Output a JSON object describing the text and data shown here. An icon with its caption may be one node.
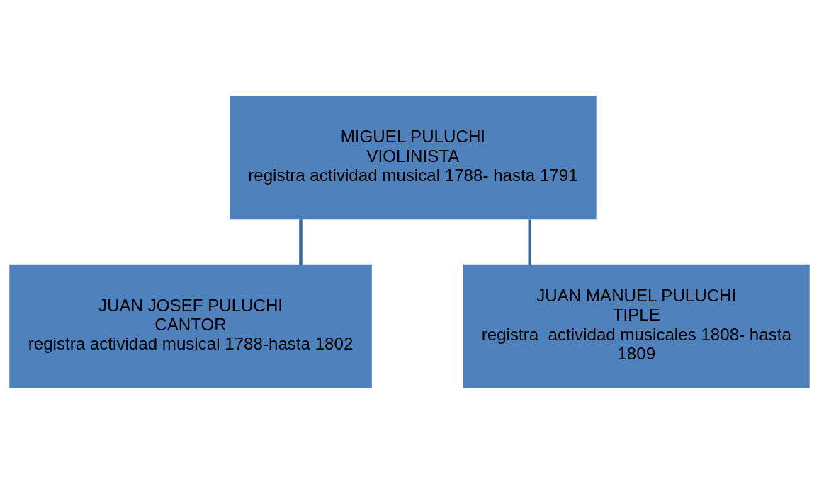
{
  "diagram": {
    "nodes": [
      {
        "text": [
          "MIGUEL PULUCHI",
          "VIOLINISTA",
          "registra actividad musical 1788- hasta 1791"
        ]
      },
      {
        "text": [
          "JUAN JOSEF PULUCHI",
          "CANTOR",
          "registra actividad musical 1788-hasta 1802"
        ]
      },
      {
        "text": [
          "JUAN MANUEL PULUCHI",
          "TIPLE",
          "registra  actividad musicales 1808- hasta",
          "1809"
        ]
      }
    ],
    "edges": [
      {
        "from": 0,
        "to": 1,
        "arrow": "none"
      },
      {
        "from": 0,
        "to": 2,
        "arrow": "none"
      }
    ]
  }
}
